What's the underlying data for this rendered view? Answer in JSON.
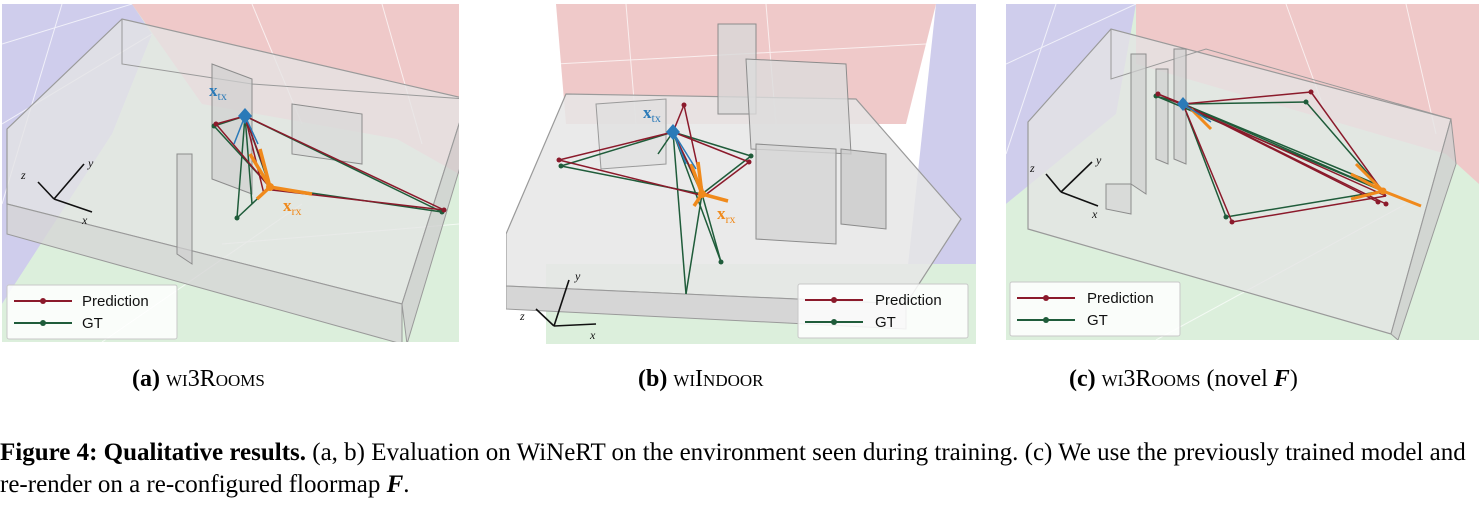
{
  "panels": [
    {
      "id": "a",
      "tx_label": "x",
      "tx_sub": "tx",
      "rx_label": "x",
      "rx_sub": "rx",
      "axes": {
        "x": "x",
        "y": "y",
        "z": "z"
      },
      "legend": [
        {
          "label": "Prediction",
          "color": "#8b1a2b"
        },
        {
          "label": "GT",
          "color": "#1f5c3a"
        }
      ],
      "caption": {
        "letter": "(a)",
        "dataset": "wi3Rooms",
        "suffix": ""
      }
    },
    {
      "id": "b",
      "tx_label": "x",
      "tx_sub": "tx",
      "rx_label": "x",
      "rx_sub": "rx",
      "axes": {
        "x": "x",
        "y": "y",
        "z": "z"
      },
      "legend": [
        {
          "label": "Prediction",
          "color": "#8b1a2b"
        },
        {
          "label": "GT",
          "color": "#1f5c3a"
        }
      ],
      "caption": {
        "letter": "(b)",
        "dataset": "wiIndoor",
        "suffix": ""
      }
    },
    {
      "id": "c",
      "axes": {
        "x": "x",
        "y": "y",
        "z": "z"
      },
      "legend": [
        {
          "label": "Prediction",
          "color": "#8b1a2b"
        },
        {
          "label": "GT",
          "color": "#1f5c3a"
        }
      ],
      "caption": {
        "letter": "(c)",
        "dataset": "wi3Rooms",
        "suffix_pre": " (novel ",
        "suffix_var": "F",
        "suffix_post": ")"
      }
    }
  ],
  "figure_caption": {
    "lead": "Figure 4: Qualitative results.",
    "text": " (a, b) Evaluation on WiNeRT on the environment seen during training. (c) We use the previously trained model and re-render on a re-configured floormap ",
    "var": "F",
    "end": "."
  },
  "colors": {
    "prediction": "#8b1a2b",
    "gt": "#1f5c3a",
    "tx": "#2a7ab8",
    "rx": "#f08a1c",
    "ground": "#dcefdc",
    "wall_red": "#efc9c9",
    "wall_blue": "#cfcdec"
  }
}
